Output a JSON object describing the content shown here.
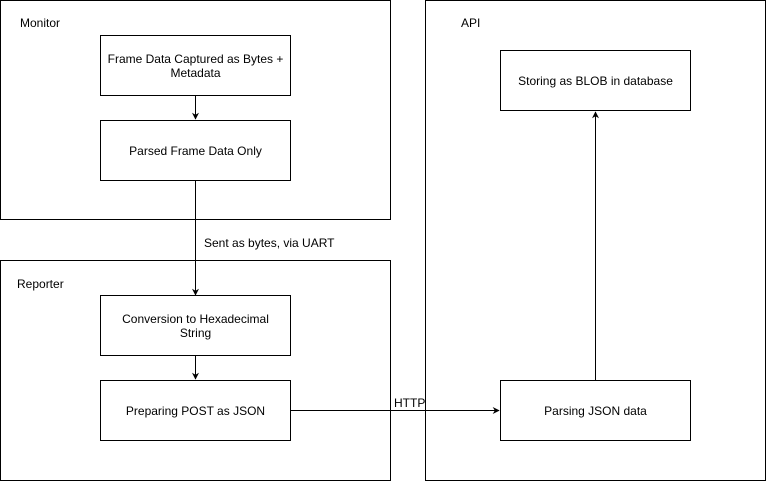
{
  "containers": {
    "monitor": "Monitor",
    "reporter": "Reporter",
    "api": "API"
  },
  "nodes": {
    "frame_captured": "Frame Data Captured as Bytes + Metadata",
    "parsed_frame": "Parsed Frame Data Only",
    "hex_conversion": "Conversion to Hexadecimal String",
    "prepare_post": "Preparing POST as JSON",
    "store_blob": "Storing as BLOB in database",
    "parse_json": "Parsing JSON data"
  },
  "edges": {
    "uart_label": "Sent as bytes, via UART",
    "http_label": "HTTP"
  }
}
